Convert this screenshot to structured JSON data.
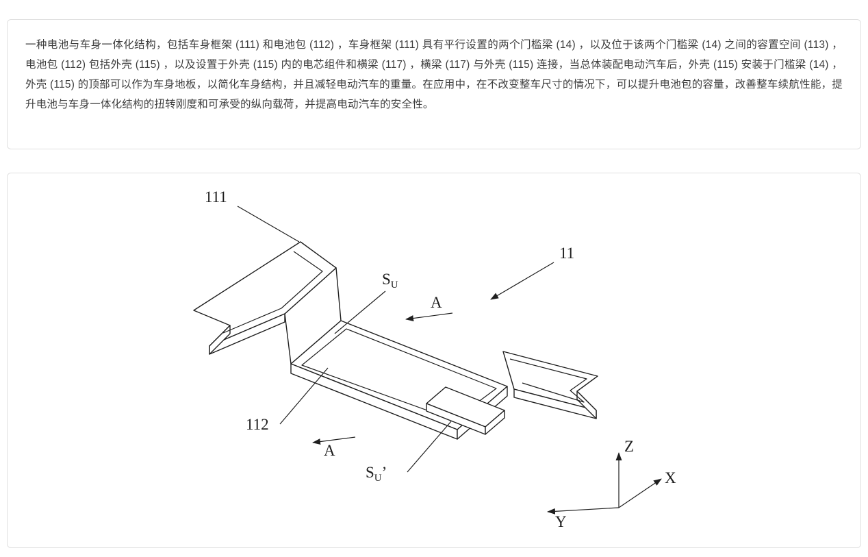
{
  "page": {
    "background": "#ffffff",
    "box_border_color": "#e0e0e0",
    "text_color": "#3d3d3d",
    "line_color": "#1f1f1f"
  },
  "abstract": {
    "text": "一种电池与车身一体化结构，包括车身框架 (111) 和电池包 (112) ，车身框架 (111) 具有平行设置的两个门槛梁 (14) ，以及位于该两个门槛梁 (14) 之间的容置空间 (113) ，电池包 (112) 包括外壳 (115) ，以及设置于外壳 (115) 内的电芯组件和横梁 (117) ，横梁 (117) 与外壳 (115) 连接，当总体装配电动汽车后，外壳 (115) 安装于门槛梁 (14) ，外壳 (115) 的顶部可以作为车身地板，以简化车身结构，并且减轻电动汽车的重量。在应用中，在不改变整车尺寸的情况下，可以提升电池包的容量，改善整车续航性能，提升电池与车身一体化结构的扭转刚度和可承受的纵向载荷，并提高电动汽车的安全性。"
  },
  "figure": {
    "labels": {
      "ref_111": "111",
      "ref_11": "11",
      "ref_112": "112",
      "section_top": "A",
      "section_bottom": "A",
      "su_base": "S",
      "su_sub": "U",
      "sup_base": "S",
      "sup_sub": "U",
      "sup_prime": "’",
      "axis_x": "X",
      "axis_y": "Y",
      "axis_z": "Z"
    }
  }
}
